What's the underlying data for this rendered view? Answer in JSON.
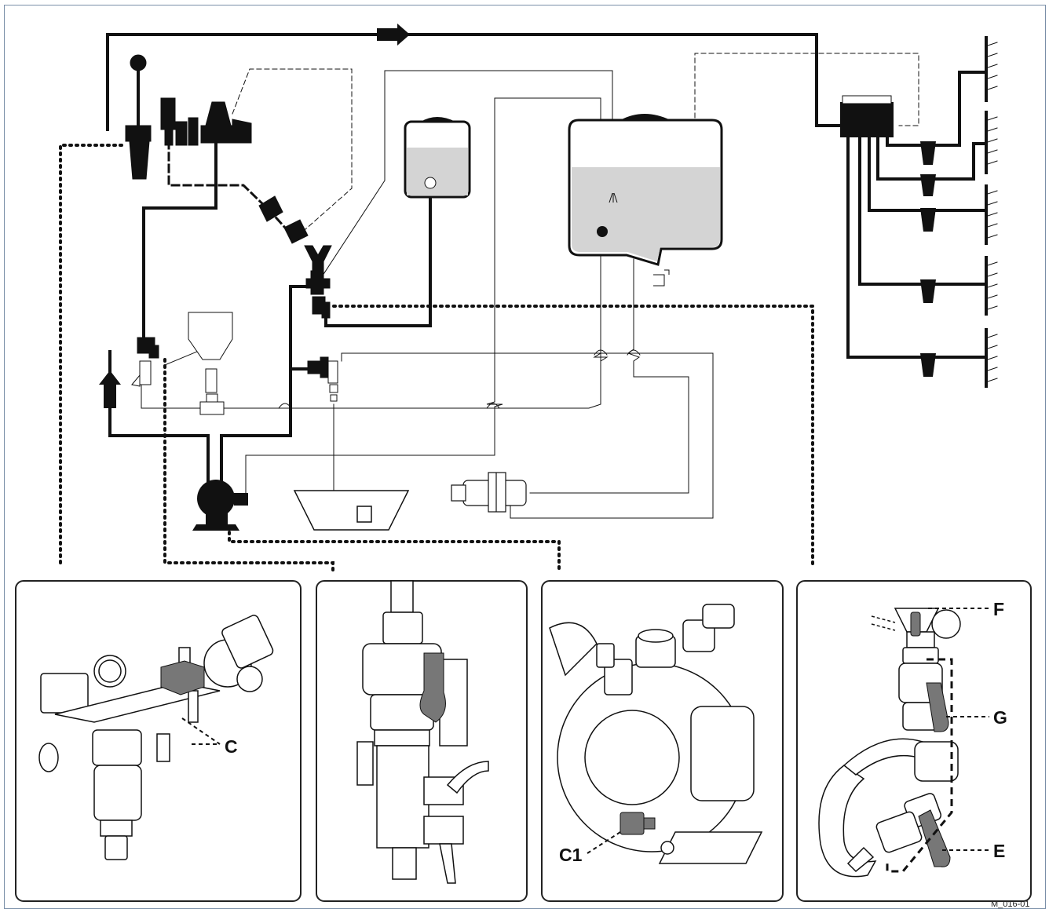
{
  "labels": {
    "c": "C",
    "c1": "C1",
    "e": "E",
    "f": "F",
    "g": "G"
  },
  "ref_code": "M_016-01"
}
